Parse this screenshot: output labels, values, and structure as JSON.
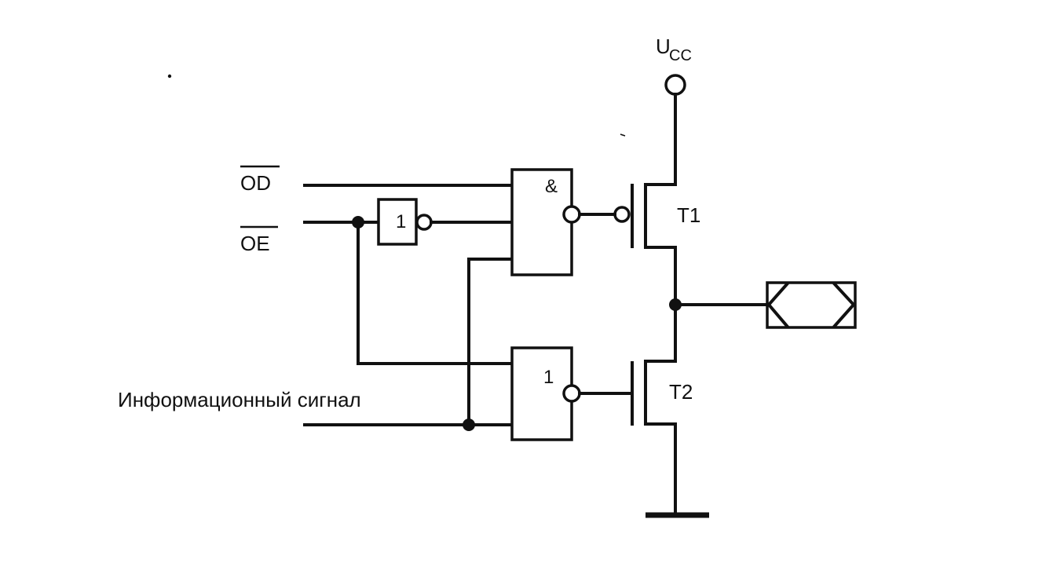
{
  "labels": {
    "supply_main": "U",
    "supply_sub": "CC",
    "od": "OD",
    "oe": "OE",
    "info_signal": "Информационный сигнал",
    "t1": "T1",
    "t2": "T2"
  },
  "gates": {
    "inverter_symbol": "1",
    "and_symbol": "&",
    "or_symbol": "1"
  },
  "colors": {
    "ink": "#111111",
    "paper": "#ffffff"
  }
}
